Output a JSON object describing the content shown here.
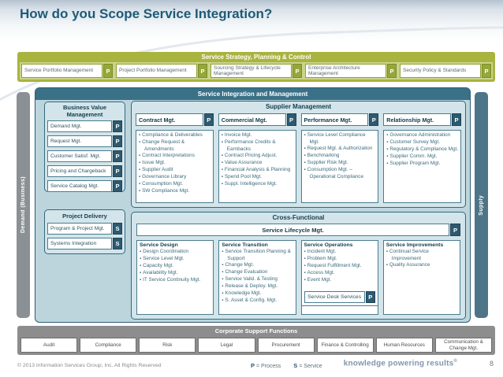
{
  "slide": {
    "title": "How do you Scope Service Integration?",
    "page_number": "8"
  },
  "strategy": {
    "title": "Service Strategy, Planning & Control",
    "items": [
      {
        "label": "Service Portfolio Management",
        "badge": "P"
      },
      {
        "label": "Project Portfolio Management",
        "badge": "P"
      },
      {
        "label": "Sourcing Strategy & Lifecycle Management",
        "badge": "P"
      },
      {
        "label": "Enterprise Architecture Management",
        "badge": "P"
      },
      {
        "label": "Security Policy & Standards",
        "badge": "P"
      }
    ]
  },
  "main": {
    "title": "Service Integration and Management",
    "demand_axis": "Demand (Business)",
    "supply_axis": "Supply",
    "business_value": {
      "title": "Business Value Management",
      "items": [
        {
          "label": "Demand Mgt.",
          "badge": "P"
        },
        {
          "label": "Request Mgt.",
          "badge": "P"
        },
        {
          "label": "Customer Satisf. Mgt.",
          "badge": "P"
        },
        {
          "label": "Pricing and Chargeback",
          "badge": "P"
        },
        {
          "label": "Service Catalog Mgt.",
          "badge": "P"
        }
      ]
    },
    "supplier_management": {
      "title": "Supplier Management",
      "columns": [
        {
          "header": "Contract Mgt.",
          "badge": "P",
          "bullets": [
            "Compliance & Deliverables",
            "Change Request & Amendments",
            "Contract Interpretations",
            "Issue Mgt.",
            "Supplier Audit",
            "Governance Library",
            "Consumption Mgt.",
            "SW Compliance Mgt."
          ]
        },
        {
          "header": "Commercial Mgt.",
          "badge": "P",
          "bullets": [
            "Invoice Mgt.",
            "Performance Credits & Earnbacks",
            "Contract Pricing Adjust.",
            "Value Assurance",
            "Financial Analysis & Planning",
            "Spend Pool Mgt.",
            "Suppl. Intelligence Mgt."
          ]
        },
        {
          "header": "Performance Mgt.",
          "badge": "P",
          "bullets": [
            "Service Level Compliance Mgt.",
            "Request Mgt. & Authorization",
            "Benchmarking",
            "Supplier Risk Mgt.",
            "Consumption Mgt. – Operational Compliance"
          ]
        },
        {
          "header": "Relationship Mgt.",
          "badge": "P",
          "bullets": [
            "Governance Administration",
            "Customer Survey Mgt.",
            "Regulatory & Compliance Mgt.",
            "Supplier Comm. Mgt.",
            "Supplier Program Mgt."
          ]
        }
      ]
    },
    "project_delivery": {
      "title": "Project Delivery",
      "items": [
        {
          "label": "Program & Project Mgt.",
          "badge": "S"
        },
        {
          "label": "Systems Integration",
          "badge": "S"
        }
      ]
    },
    "cross_functional": {
      "title": "Cross-Functional",
      "lifecycle": {
        "label": "Service Lifecycle Mgt.",
        "badge": "P"
      },
      "columns": [
        {
          "header": "Service Design",
          "bullets": [
            "Design Coordination",
            "Service Level Mgt.",
            "Capacity Mgt.",
            "Availability Mgt.",
            "IT Service Continuity Mgt."
          ]
        },
        {
          "header": "Service Transition",
          "bullets": [
            "Service Transition Planning & Support",
            "Change Mgt.",
            "Change Evaluation",
            "Service Valid. & Testing",
            "Release & Deploy. Mgt.",
            "Knowledge Mgt.",
            "S. Asset & Config. Mgt."
          ]
        },
        {
          "header": "Service Operations",
          "bullets": [
            "Incident Mgt.",
            "Problem Mgt.",
            "Request Fulfillment Mgt.",
            "Access Mgt.",
            "Event Mgt."
          ],
          "sub_box": {
            "label": "Service Desk Services",
            "badge": "P"
          }
        },
        {
          "header": "Service Improvements",
          "bullets": [
            "Continual Service Improvement",
            "Quality Assurance"
          ]
        }
      ]
    }
  },
  "corporate": {
    "title": "Corporate Support Functions",
    "items": [
      "Audit",
      "Compliance",
      "Risk",
      "Legal",
      "Procurement",
      "Finance & Controlling",
      "Human Resources",
      "Communication & Change Mgt."
    ]
  },
  "footer": {
    "copyright": "© 2013 Information Services Group, Inc. All Rights Reserved",
    "legend": [
      {
        "symbol": "P",
        "text": "= Process"
      },
      {
        "symbol": "S",
        "text": "= Service"
      }
    ],
    "tagline": "knowledge powering results",
    "tagline_mark": "®"
  },
  "colors": {
    "accent_green": "#a8b43e",
    "accent_green_light": "#cbd48b",
    "accent_teal_dark": "#2e5a70",
    "accent_teal_header": "#3b7187",
    "panel_blue": "#bcd5dd",
    "section_blue": "#d3e5ea",
    "gray_band": "#8d8d8d",
    "title_text": "#1e5a76"
  }
}
